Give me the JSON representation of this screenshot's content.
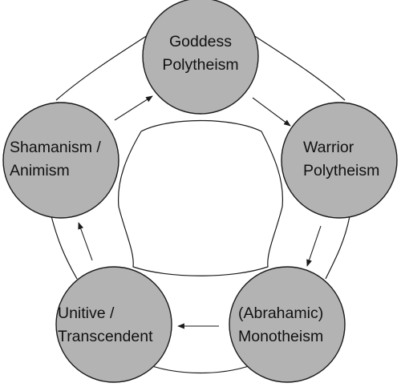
{
  "colors": {
    "node_fill": "#b3b3b3",
    "stroke": "#1a1a1a",
    "background": "#ffffff",
    "text": "#111111"
  },
  "nodes": [
    {
      "id": "goddess",
      "lines": [
        "Goddess",
        "Polytheism"
      ]
    },
    {
      "id": "warrior",
      "lines": [
        "Warrior",
        "Polytheism"
      ]
    },
    {
      "id": "monotheism",
      "lines": [
        "(Abrahamic)",
        "Monotheism"
      ]
    },
    {
      "id": "unitive",
      "lines": [
        "Unitive /",
        "Transcendent"
      ]
    },
    {
      "id": "shamanism",
      "lines": [
        "Shamanism /",
        "Animism"
      ]
    }
  ],
  "edges": [
    {
      "from": "goddess",
      "to": "warrior"
    },
    {
      "from": "warrior",
      "to": "monotheism"
    },
    {
      "from": "monotheism",
      "to": "unitive"
    },
    {
      "from": "unitive",
      "to": "shamanism"
    },
    {
      "from": "shamanism",
      "to": "goddess"
    }
  ]
}
